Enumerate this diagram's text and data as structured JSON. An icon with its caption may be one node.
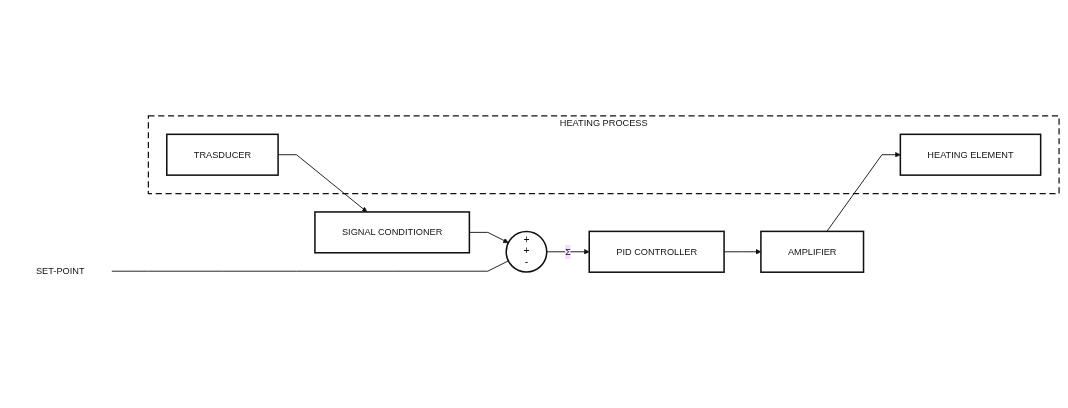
{
  "diagram": {
    "nodes": [
      {
        "text": [
          "SET-POINT"
        ]
      },
      {
        "text": [
          "+",
          "+",
          "-"
        ]
      },
      {
        "text": [
          "PID CONTROLLER"
        ]
      },
      {
        "text": [
          "AMPLIFIER"
        ]
      },
      {
        "text": [
          "HEATING PROCESS"
        ]
      },
      {
        "text": [
          "HEATING ELEMENT"
        ],
        "in": 4
      },
      {
        "text": [
          "TRASDUCER"
        ],
        "in": 4
      },
      {
        "text": [
          "SIGNAL CONDITIONER"
        ]
      }
    ],
    "edges": [
      {
        "from": 0,
        "to": 1,
        "arrow": "none"
      },
      {
        "from": 1,
        "to": 2,
        "arrow": "to",
        "label": "Σ"
      },
      {
        "from": 2,
        "to": 3,
        "arrow": "to"
      },
      {
        "from": 3,
        "to": 5,
        "arrow": "to"
      },
      {
        "from": 6,
        "to": 7,
        "arrow": "to"
      },
      {
        "from": 7,
        "to": 1,
        "arrow": "to"
      }
    ]
  }
}
